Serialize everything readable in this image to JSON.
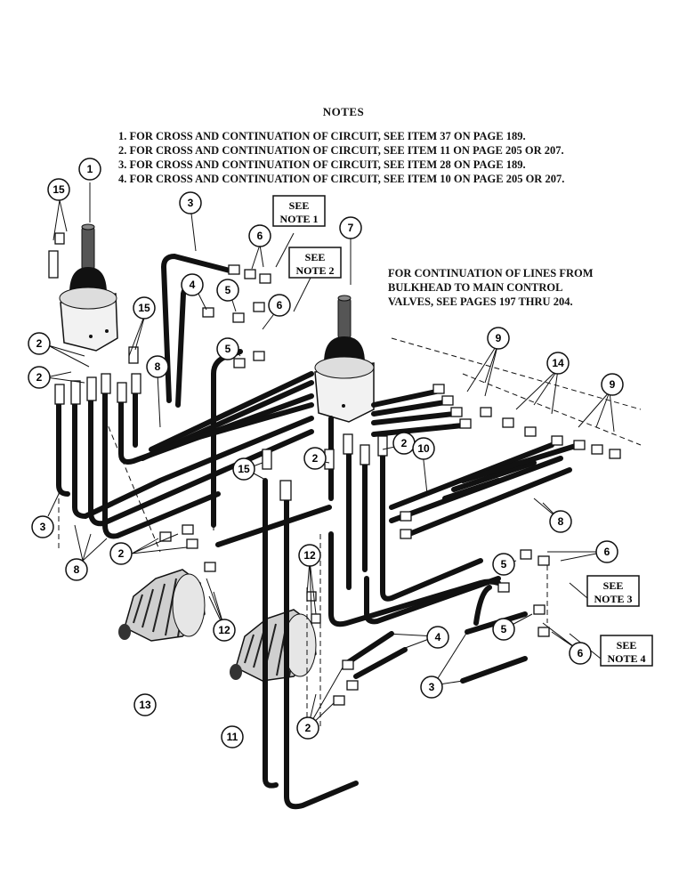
{
  "notes": {
    "title": "NOTES",
    "lines": [
      "1.  FOR CROSS AND CONTINUATION OF CIRCUIT, SEE ITEM 37 ON PAGE 189.",
      "2.  FOR CROSS AND CONTINUATION OF CIRCUIT, SEE ITEM 11 ON PAGE 205 OR 207.",
      "3.  FOR CROSS AND CONTINUATION OF CIRCUIT, SEE ITEM 28 ON PAGE 189.",
      "4.  FOR CROSS AND CONTINUATION OF CIRCUIT, SEE ITEM 10 ON PAGE 205 OR 207."
    ]
  },
  "continuation": {
    "lines": [
      "FOR CONTINUATION OF LINES FROM",
      "BULKHEAD TO MAIN CONTROL",
      "VALVES, SEE PAGES 197 THRU 204."
    ]
  },
  "see_notes": [
    {
      "line1": "SEE",
      "line2": "NOTE 1"
    },
    {
      "line1": "SEE",
      "line2": "NOTE 2"
    },
    {
      "line1": "SEE",
      "line2": "NOTE 3"
    },
    {
      "line1": "SEE",
      "line2": "NOTE 4"
    }
  ],
  "callouts": [
    "1",
    "15",
    "3",
    "6",
    "4",
    "5",
    "15",
    "2",
    "2",
    "8",
    "3",
    "8",
    "5",
    "6",
    "7",
    "9",
    "14",
    "9",
    "2",
    "10",
    "2",
    "15",
    "8",
    "2",
    "12",
    "12",
    "13",
    "11",
    "4",
    "3",
    "5",
    "6",
    "5",
    "6",
    "2"
  ]
}
